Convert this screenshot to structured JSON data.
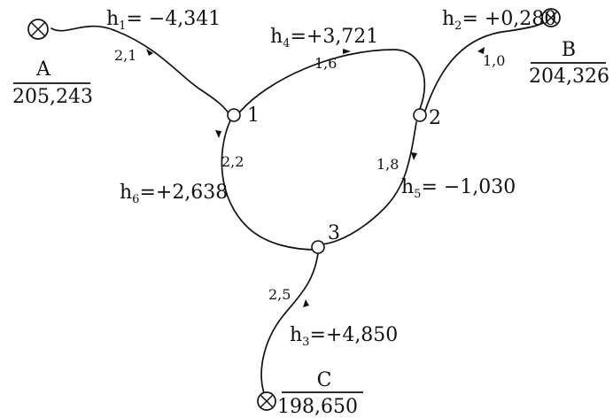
{
  "diagram": {
    "edges": {
      "A_1": {
        "h_prefix": "h",
        "index": "1",
        "h_value": "= −4,341",
        "length": "2,1"
      },
      "B_2": {
        "h_prefix": "h",
        "index": "2",
        "h_value": "= +0,280",
        "length": "1,0"
      },
      "C_3": {
        "h_prefix": "h",
        "index": "3",
        "h_value": "=+4,850",
        "length": "2,5"
      },
      "1_2": {
        "h_prefix": "h",
        "index": "4",
        "h_value": "=+3,721",
        "length": "1,6"
      },
      "2_3": {
        "h_prefix": "h",
        "index": "5",
        "h_value": "= −1,030",
        "length": "1,8"
      },
      "1_3": {
        "h_prefix": "h",
        "index": "6",
        "h_value": "=+2,638",
        "length": "2,2"
      }
    },
    "nodes": {
      "n1": {
        "label": "1"
      },
      "n2": {
        "label": "2"
      },
      "n3": {
        "label": "3"
      }
    },
    "benchmarks": {
      "A": {
        "name": "A",
        "elevation": "205,243"
      },
      "B": {
        "name": "B",
        "elevation": "204,326"
      },
      "C": {
        "name": "C",
        "elevation": "198,650"
      }
    }
  }
}
